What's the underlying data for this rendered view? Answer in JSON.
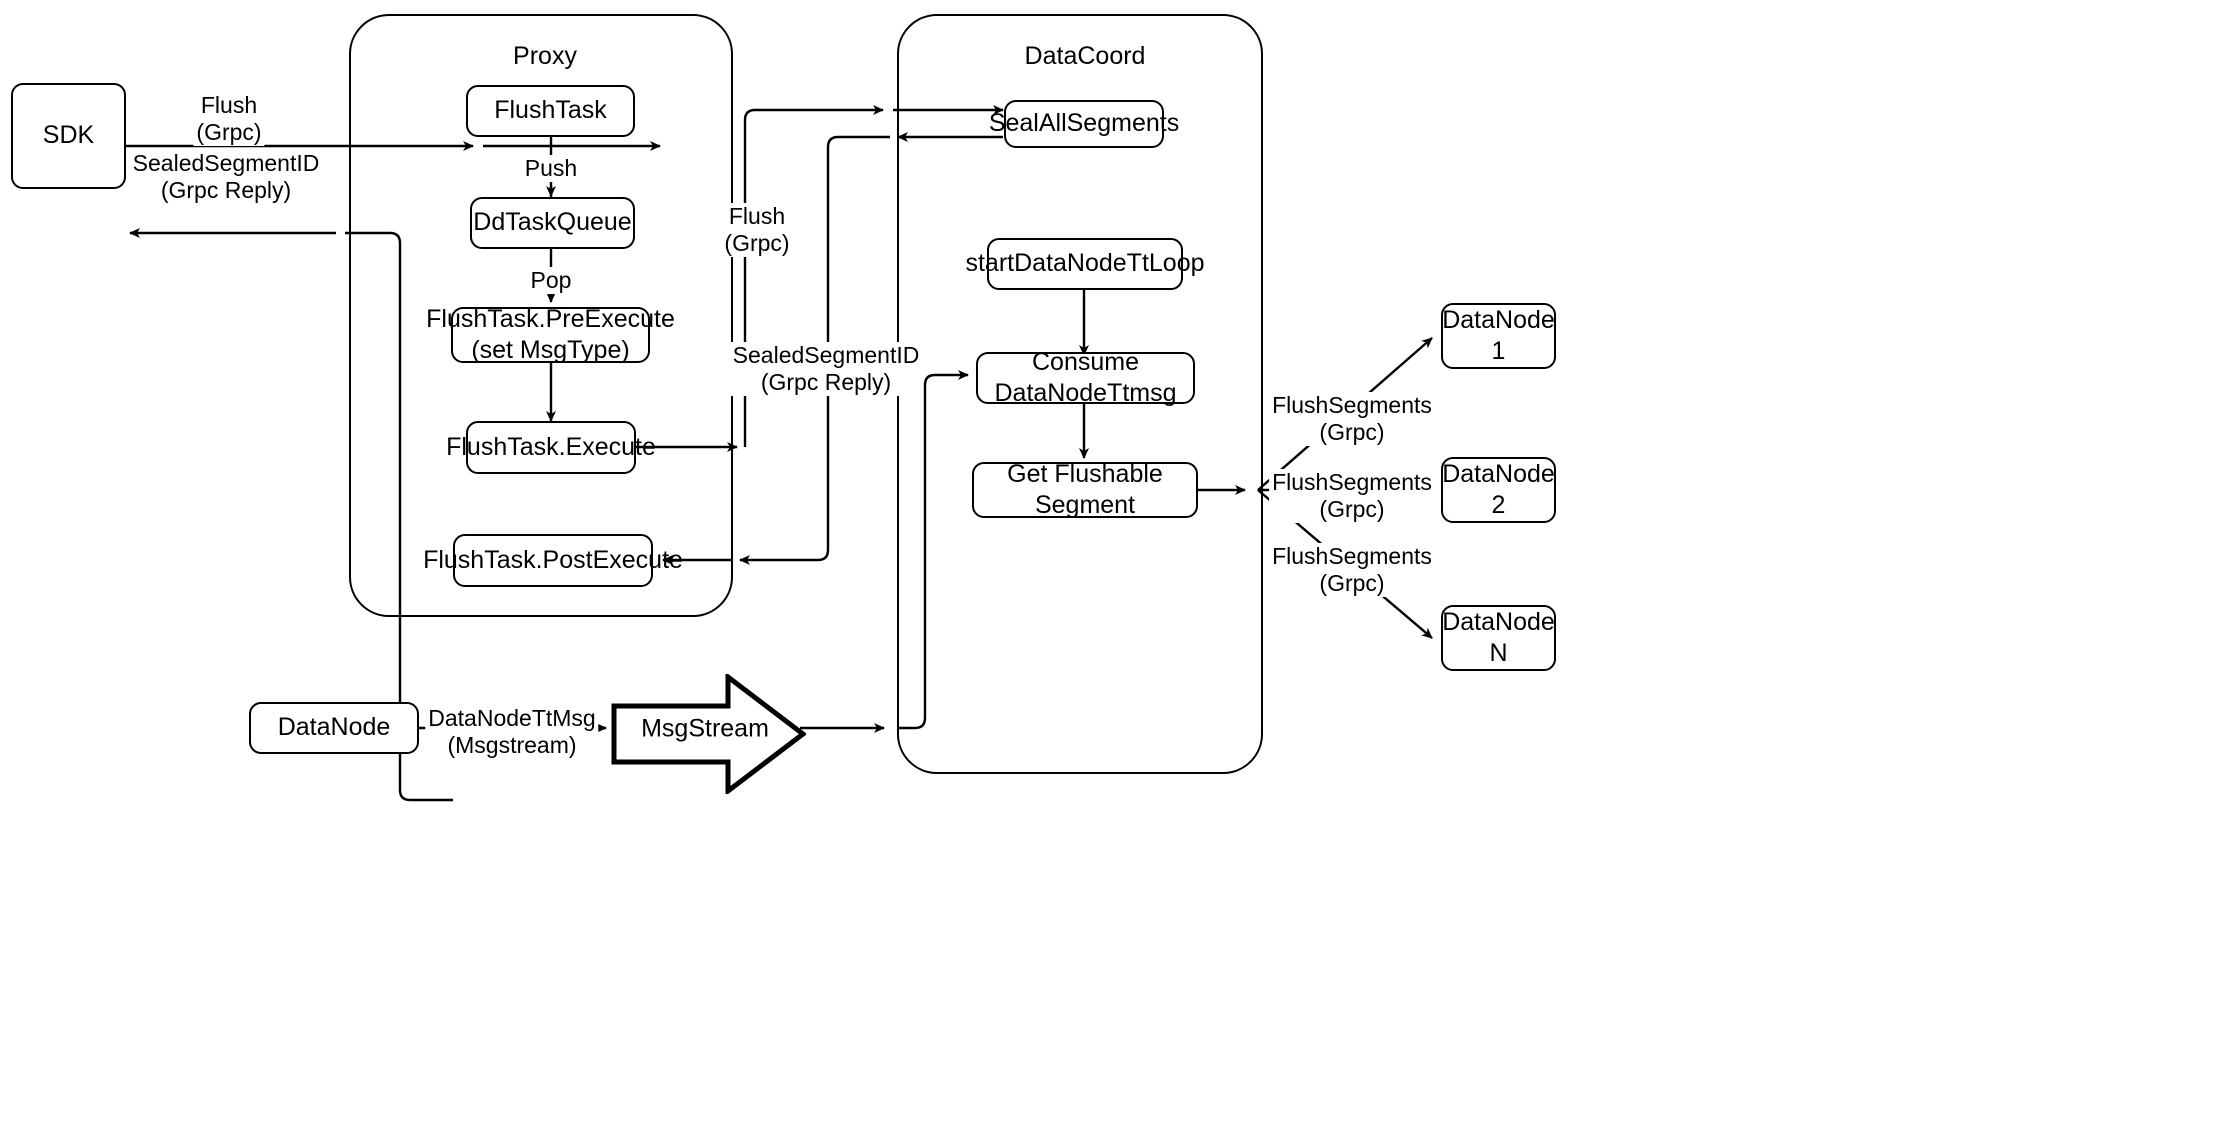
{
  "diagram": {
    "title_domain": "Milvus Flush Sequence Architecture",
    "containers": [
      {
        "id": "proxy",
        "label": "Proxy"
      },
      {
        "id": "datacoord",
        "label": "DataCoord"
      }
    ],
    "nodes": [
      {
        "id": "sdk",
        "label": "SDK"
      },
      {
        "id": "flushtask",
        "label": "FlushTask"
      },
      {
        "id": "ddtaskqueue",
        "label": "DdTaskQueue"
      },
      {
        "id": "preexecute",
        "label": "FlushTask.PreExecute\n(set MsgType)"
      },
      {
        "id": "execute",
        "label": "FlushTask.Execute"
      },
      {
        "id": "postexecute",
        "label": "FlushTask.PostExecute"
      },
      {
        "id": "sealallsegments",
        "label": "SealAllSegments"
      },
      {
        "id": "startdatanodettloop",
        "label": "startDataNodeTtLoop"
      },
      {
        "id": "consumedatanodettmsg",
        "label": "Consume DataNodeTtmsg"
      },
      {
        "id": "getflushablesegment",
        "label": "Get Flushable Segment"
      },
      {
        "id": "datanode1",
        "label": "DataNode 1"
      },
      {
        "id": "datanode2",
        "label": "DataNode 2"
      },
      {
        "id": "datanoden",
        "label": "DataNode N"
      },
      {
        "id": "datanode_bottom",
        "label": "DataNode"
      },
      {
        "id": "msgstream",
        "label": "MsgStream"
      }
    ],
    "edge_labels": [
      {
        "id": "sdk-to-proxy",
        "text": "Flush\n(Grpc)"
      },
      {
        "id": "proxy-to-sdk",
        "text": "SealedSegmentID\n(Grpc Reply)"
      },
      {
        "id": "proxy-to-datacoord",
        "text": "Flush\n(Grpc)"
      },
      {
        "id": "datacoord-to-proxy",
        "text": "SealedSegmentID\n(Grpc Reply)"
      },
      {
        "id": "flushtask-push",
        "text": "Push"
      },
      {
        "id": "ddtaskqueue-pop",
        "text": "Pop"
      },
      {
        "id": "datanode-ttmsg",
        "text": "DataNodeTtMsg\n(Msgstream)"
      },
      {
        "id": "flushsegments-1",
        "text": "FlushSegments\n(Grpc)"
      },
      {
        "id": "flushsegments-2",
        "text": "FlushSegments\n(Grpc)"
      },
      {
        "id": "flushsegments-n",
        "text": "FlushSegments\n(Grpc)"
      }
    ],
    "colors": {
      "stroke": "#000000",
      "background": "#ffffff",
      "text": "#000000"
    }
  }
}
